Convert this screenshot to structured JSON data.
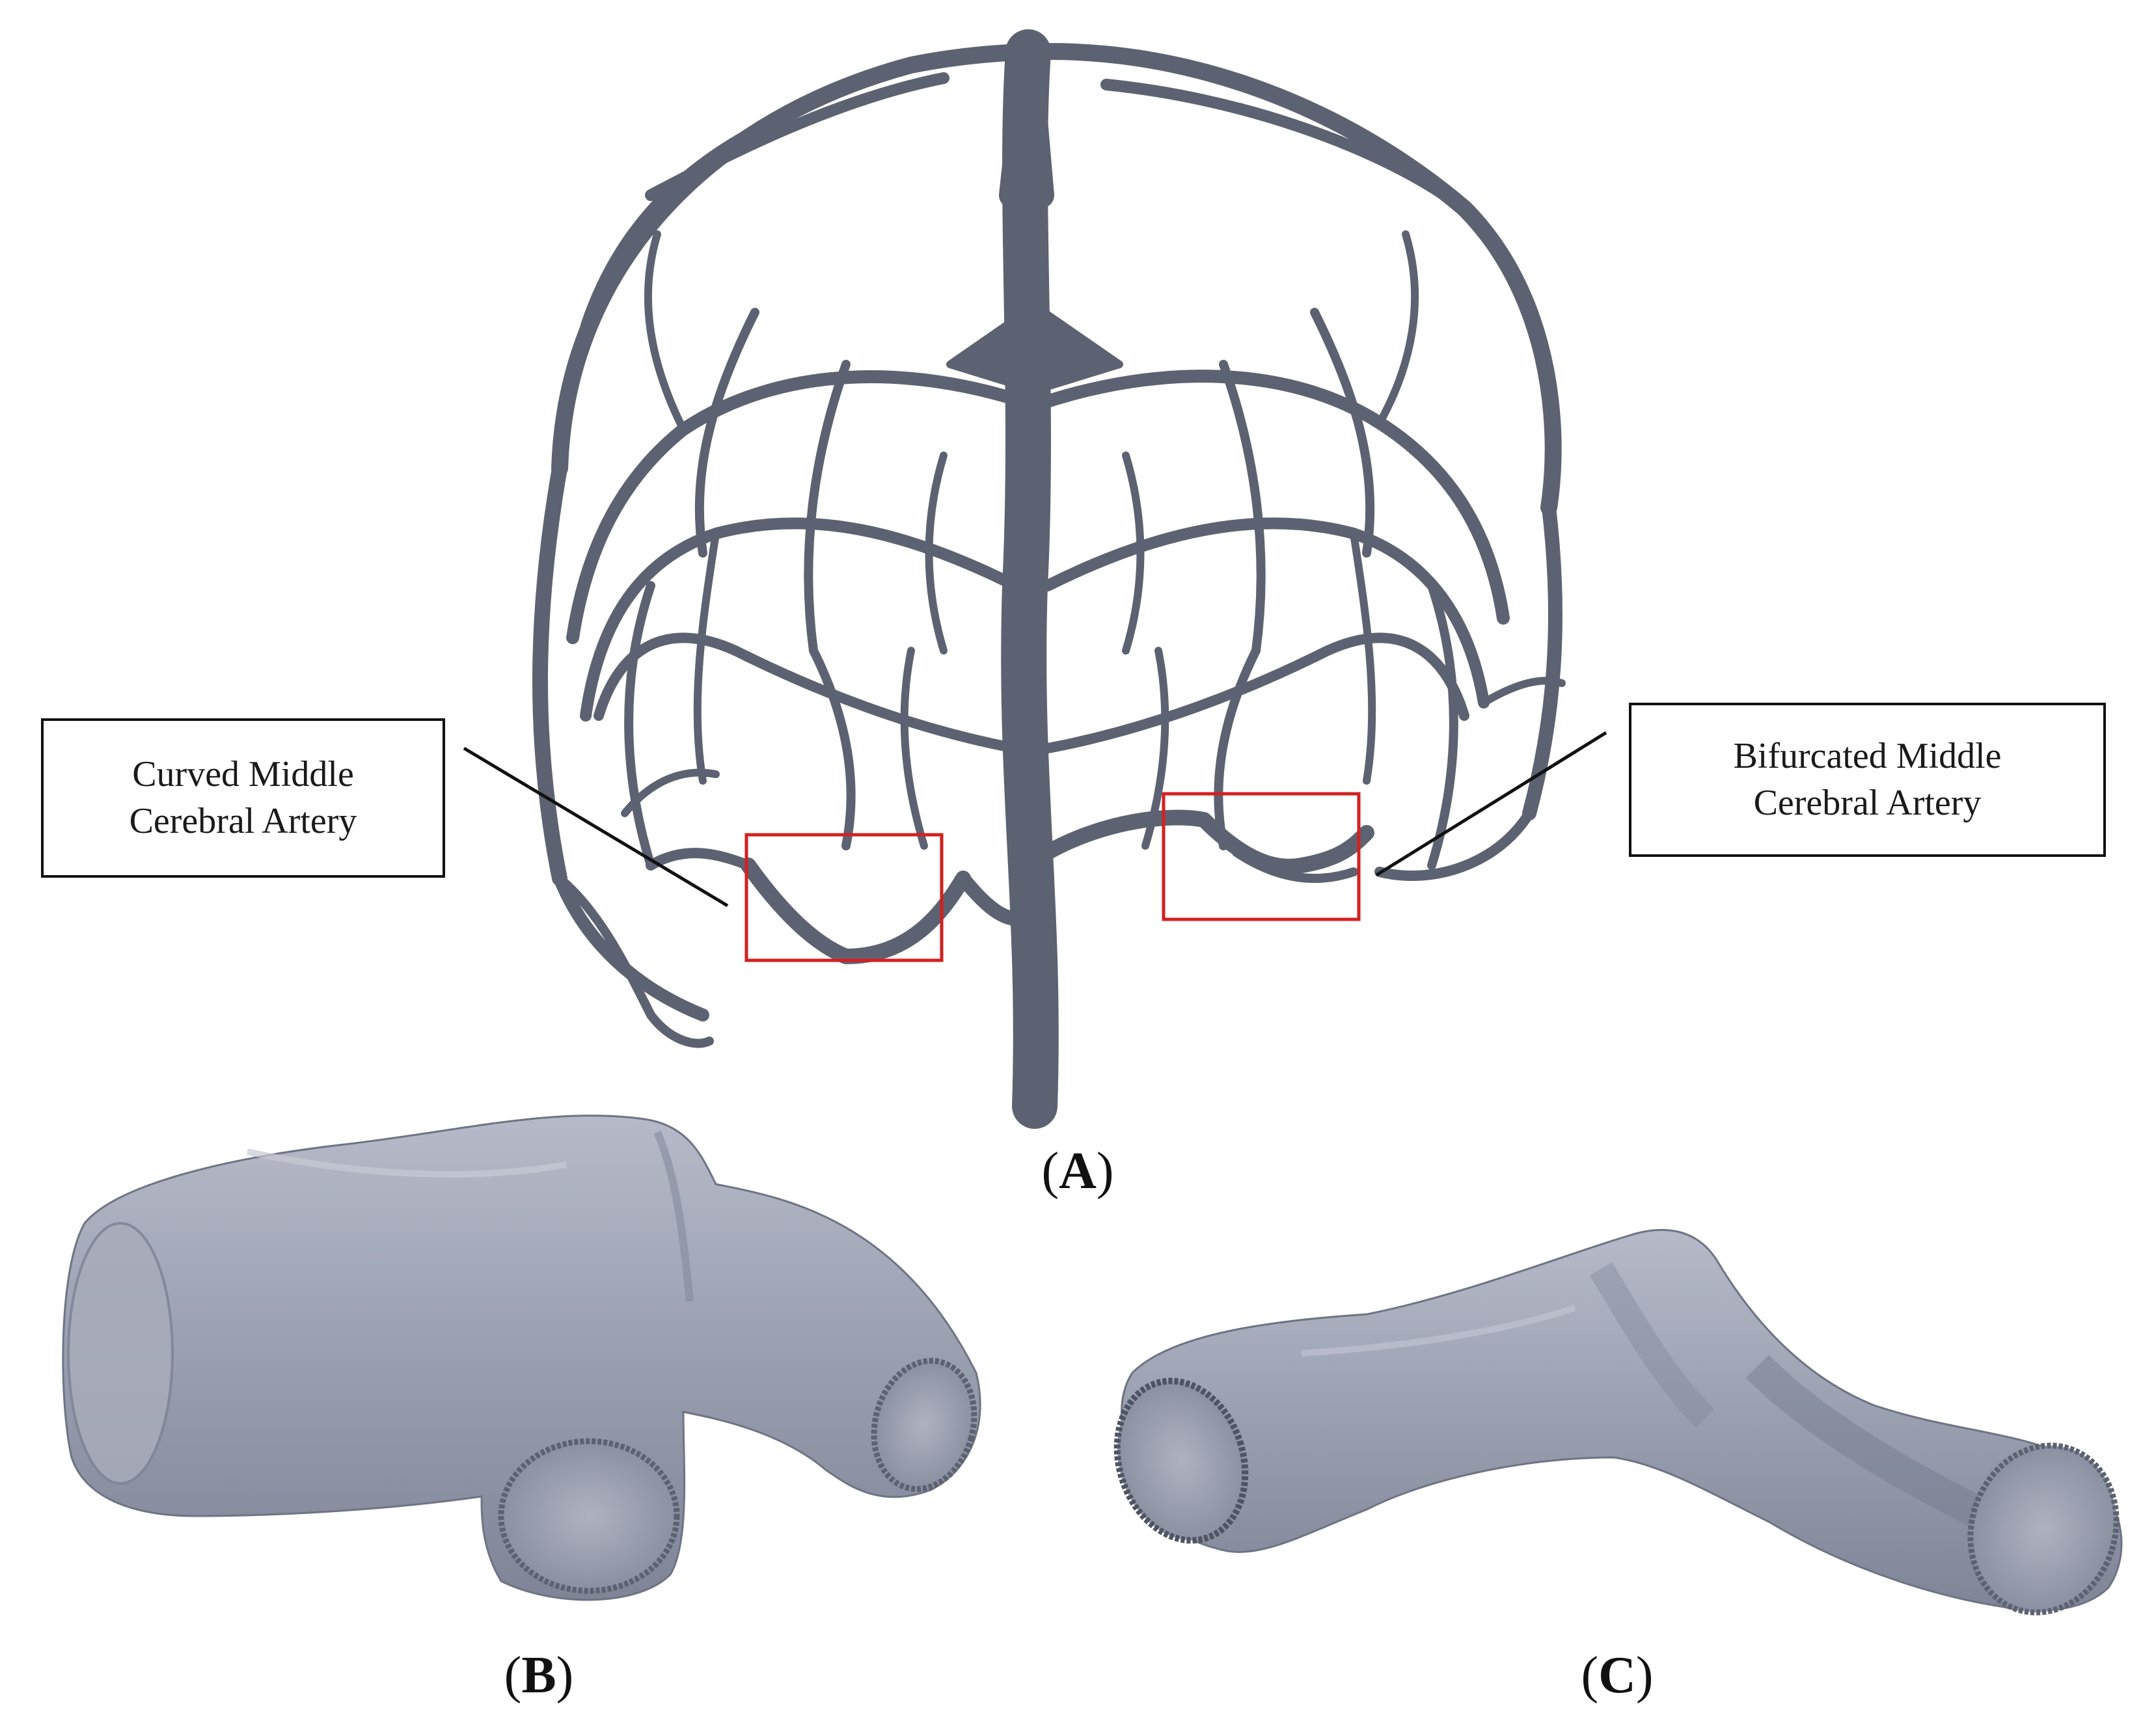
{
  "figure": {
    "panels": [
      {
        "id": "A",
        "label_open": "(",
        "label_letter": "A",
        "label_close": ")"
      },
      {
        "id": "B",
        "label_open": "(",
        "label_letter": "B",
        "label_close": ")"
      },
      {
        "id": "C",
        "label_open": "(",
        "label_letter": "C",
        "label_close": ")"
      }
    ],
    "callouts": {
      "left": {
        "line1": "Curved Middle",
        "line2": "Cerebral Artery"
      },
      "right": {
        "line1": "Bifurcated Middle",
        "line2": "Cerebral Artery"
      }
    },
    "colors": {
      "vessel": "#5d6272",
      "vessel_highlight": "#7a8092",
      "model": "#9a9fb0",
      "model_shadow": "#6e7385",
      "highlight_box": "#d42020",
      "leader_line": "#111111"
    }
  }
}
